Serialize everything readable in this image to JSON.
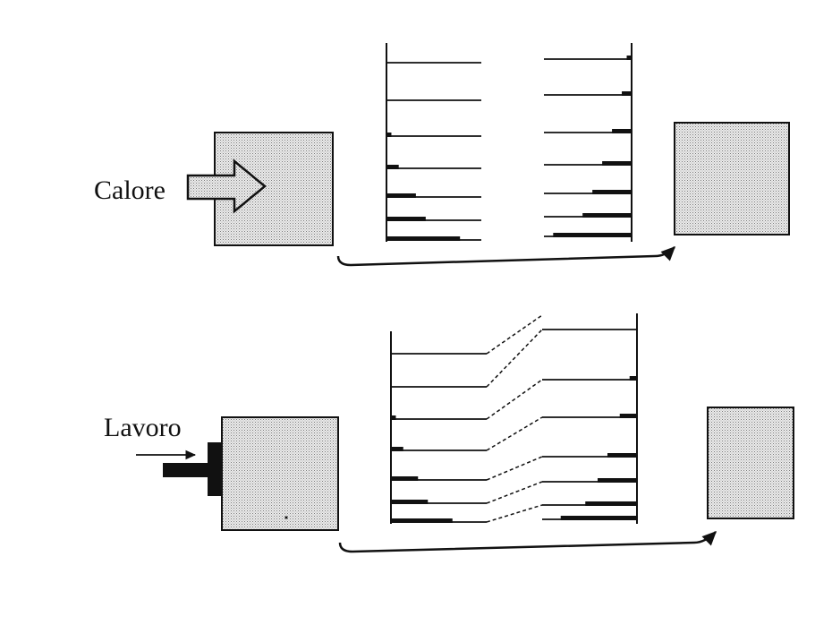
{
  "panels": [
    {
      "id": "heat",
      "label": "Calore",
      "input": "heat",
      "levels": 7,
      "left_occupancy": [
        0,
        0,
        0.02,
        0.05,
        0.12,
        0.16,
        0.3
      ],
      "right_occupancy": [
        0.02,
        0.04,
        0.08,
        0.12,
        0.16,
        0.2,
        0.32
      ],
      "shifted_levels": false
    },
    {
      "id": "work",
      "label": "Lavoro",
      "input": "work",
      "levels": 7,
      "left_occupancy": [
        0,
        0,
        0.02,
        0.05,
        0.11,
        0.15,
        0.25
      ],
      "right_occupancy": [
        0,
        0.03,
        0.07,
        0.12,
        0.16,
        0.21,
        0.31
      ],
      "shifted_levels": true
    }
  ],
  "colors": {
    "ink": "#111111",
    "fill": "#dcdcdc",
    "background": "#ffffff"
  }
}
